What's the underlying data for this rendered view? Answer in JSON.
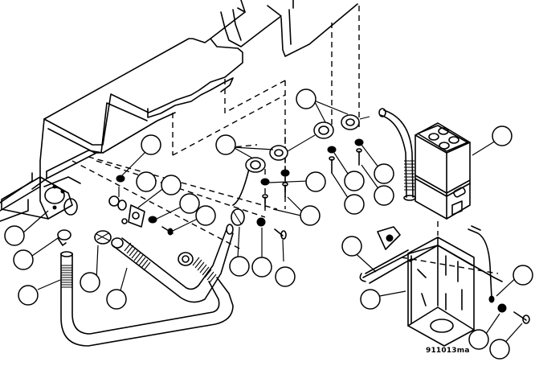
{
  "figure": {
    "id_label": "911013ma",
    "type": "exploded-parts-diagram",
    "line_color": "#000000",
    "background": "#ffffff"
  },
  "callouts": [
    {
      "name": "callout-bracket-mount",
      "label": ""
    },
    {
      "name": "callout-hose-clamp-left",
      "label": ""
    },
    {
      "name": "callout-lower-hose-end",
      "label": ""
    },
    {
      "name": "callout-clamp-mid",
      "label": ""
    },
    {
      "name": "callout-hose-corrugated",
      "label": ""
    },
    {
      "name": "callout-nut-upper",
      "label": ""
    },
    {
      "name": "callout-fitting",
      "label": ""
    },
    {
      "name": "callout-plate",
      "label": ""
    },
    {
      "name": "callout-washer",
      "label": ""
    },
    {
      "name": "callout-screw",
      "label": ""
    },
    {
      "name": "callout-clamp-a",
      "label": ""
    },
    {
      "name": "callout-clamp-b",
      "label": ""
    },
    {
      "name": "callout-clamp-c",
      "label": ""
    },
    {
      "name": "callout-nut-b",
      "label": ""
    },
    {
      "name": "callout-screw-b",
      "label": ""
    },
    {
      "name": "callout-nut-c",
      "label": ""
    },
    {
      "name": "callout-screw-c",
      "label": ""
    },
    {
      "name": "callout-hose-right",
      "label": ""
    },
    {
      "name": "callout-battery",
      "label": ""
    },
    {
      "name": "callout-hose-clamp-lower",
      "label": ""
    },
    {
      "name": "callout-nut-lower",
      "label": ""
    },
    {
      "name": "callout-screw-lower",
      "label": ""
    },
    {
      "name": "callout-hold-down",
      "label": ""
    },
    {
      "name": "callout-battery-box",
      "label": ""
    },
    {
      "name": "callout-cable",
      "label": ""
    },
    {
      "name": "callout-box-nut",
      "label": ""
    },
    {
      "name": "callout-box-screw",
      "label": ""
    }
  ]
}
